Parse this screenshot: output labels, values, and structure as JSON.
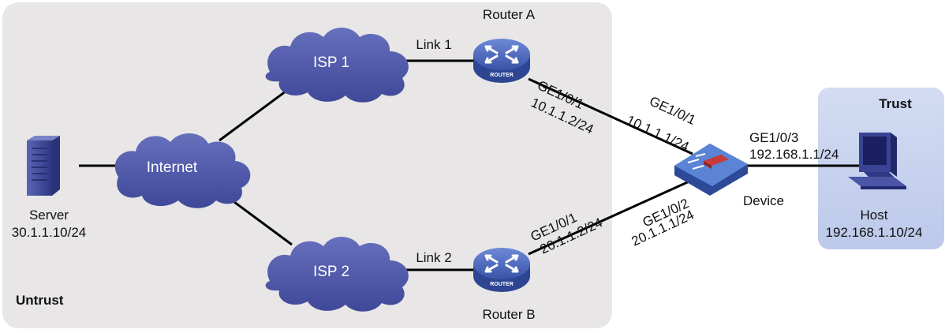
{
  "zones": {
    "untrust": "Untrust",
    "trust": "Trust"
  },
  "clouds": {
    "isp1": "ISP 1",
    "isp2": "ISP 2",
    "internet": "Internet"
  },
  "links": {
    "link1": "Link 1",
    "link2": "Link 2"
  },
  "routers": {
    "a": {
      "name": "Router A",
      "iface": "GE1/0/1",
      "ip": "10.1.1.2/24",
      "badge": "ROUTER"
    },
    "b": {
      "name": "Router B",
      "iface": "GE1/0/1",
      "ip": "20.1.1.2/24",
      "badge": "ROUTER"
    }
  },
  "device": {
    "name": "Device",
    "ge1": {
      "iface": "GE1/0/1",
      "ip": "10.1.1.1/24"
    },
    "ge2": {
      "iface": "GE1/0/2",
      "ip": "20.1.1.1/24"
    },
    "ge3": {
      "iface": "GE1/0/3",
      "ip": "192.168.1.1/24"
    }
  },
  "server": {
    "name": "Server",
    "ip": "30.1.1.10/24"
  },
  "host": {
    "name": "Host",
    "ip": "192.168.1.10/24"
  },
  "colors": {
    "zone_bg": "#e8e6e6",
    "trust_bg": "#c9d4ee",
    "cloud": "#4f58a8",
    "router": "#3e5bb0",
    "device": "#3c67bd"
  }
}
